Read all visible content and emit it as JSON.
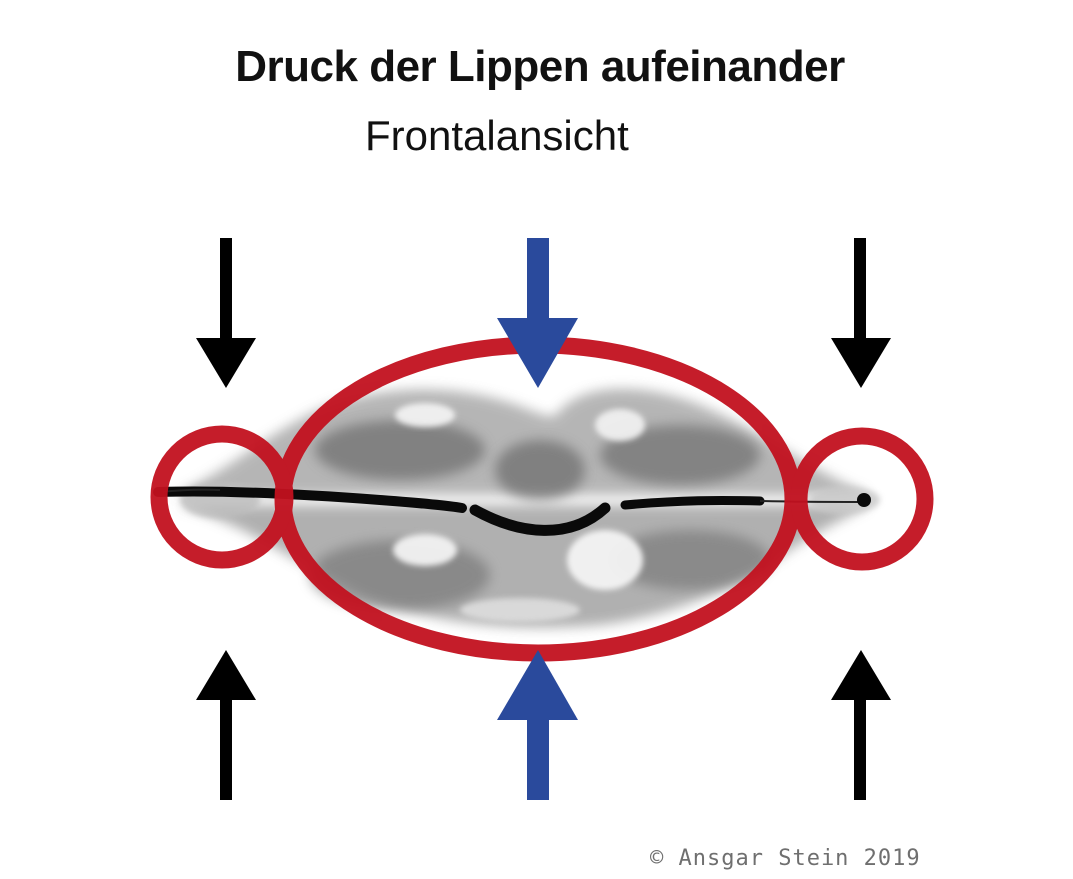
{
  "title": "Druck der Lippen aufeinander",
  "subtitle": "Frontalansicht",
  "copyright": "© Ansgar Stein 2019",
  "colors": {
    "ring": "#c2111f",
    "center_arrow": "#2a4a9c",
    "side_arrow": "#000000",
    "lips": "#8c8c8c"
  },
  "arrows": [
    {
      "name": "left-top",
      "direction": "down",
      "color": "black"
    },
    {
      "name": "center-top",
      "direction": "down",
      "color": "blue"
    },
    {
      "name": "right-top",
      "direction": "down",
      "color": "black"
    },
    {
      "name": "left-bottom",
      "direction": "up",
      "color": "black"
    },
    {
      "name": "center-bottom",
      "direction": "up",
      "color": "blue"
    },
    {
      "name": "right-bottom",
      "direction": "up",
      "color": "black"
    }
  ]
}
